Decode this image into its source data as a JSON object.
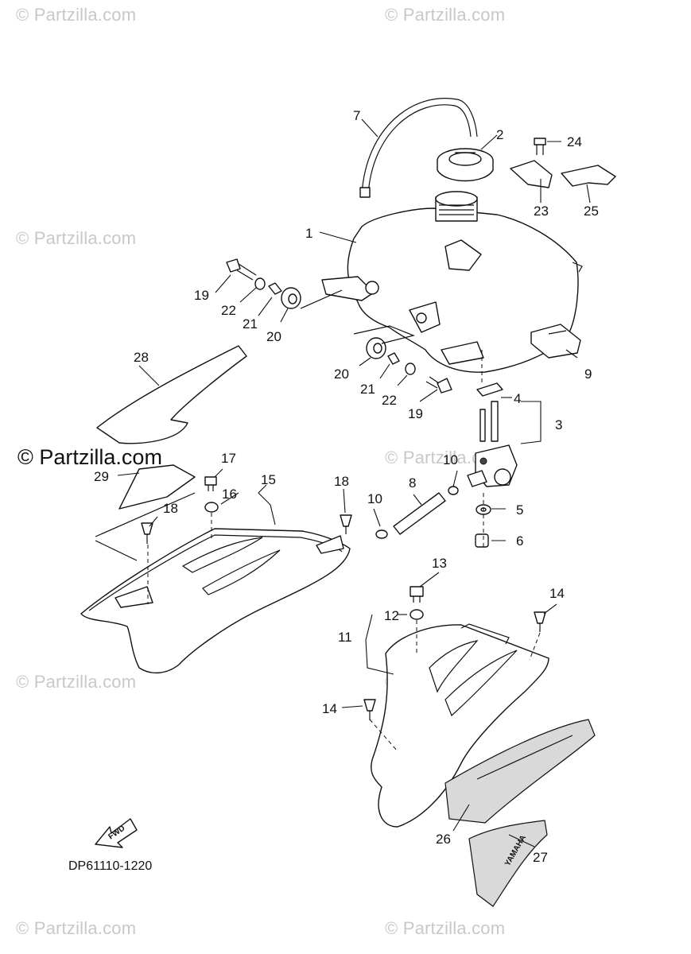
{
  "watermarks": {
    "site": "© Partzilla.com",
    "brand": "© Partzilla.com"
  },
  "diagram_code": "DP61110-1220",
  "fwd_label": "FWD",
  "callouts": [
    {
      "id": "1",
      "text": "1"
    },
    {
      "id": "2",
      "text": "2"
    },
    {
      "id": "3",
      "text": "3"
    },
    {
      "id": "4",
      "text": "4"
    },
    {
      "id": "5",
      "text": "5"
    },
    {
      "id": "6",
      "text": "6"
    },
    {
      "id": "7",
      "text": "7"
    },
    {
      "id": "8",
      "text": "8"
    },
    {
      "id": "9",
      "text": "9"
    },
    {
      "id": "10a",
      "text": "10"
    },
    {
      "id": "10b",
      "text": "10"
    },
    {
      "id": "11",
      "text": "11"
    },
    {
      "id": "12",
      "text": "12"
    },
    {
      "id": "13",
      "text": "13"
    },
    {
      "id": "14a",
      "text": "14"
    },
    {
      "id": "14b",
      "text": "14"
    },
    {
      "id": "15",
      "text": "15"
    },
    {
      "id": "16",
      "text": "16"
    },
    {
      "id": "17",
      "text": "17"
    },
    {
      "id": "18a",
      "text": "18"
    },
    {
      "id": "18b",
      "text": "18"
    },
    {
      "id": "19a",
      "text": "19"
    },
    {
      "id": "19b",
      "text": "19"
    },
    {
      "id": "20a",
      "text": "20"
    },
    {
      "id": "20b",
      "text": "20"
    },
    {
      "id": "21a",
      "text": "21"
    },
    {
      "id": "21b",
      "text": "21"
    },
    {
      "id": "22a",
      "text": "22"
    },
    {
      "id": "22b",
      "text": "22"
    },
    {
      "id": "23",
      "text": "23"
    },
    {
      "id": "24",
      "text": "24"
    },
    {
      "id": "25",
      "text": "25"
    },
    {
      "id": "26",
      "text": "26"
    },
    {
      "id": "27",
      "text": "27"
    },
    {
      "id": "28",
      "text": "28"
    },
    {
      "id": "29",
      "text": "29"
    }
  ]
}
